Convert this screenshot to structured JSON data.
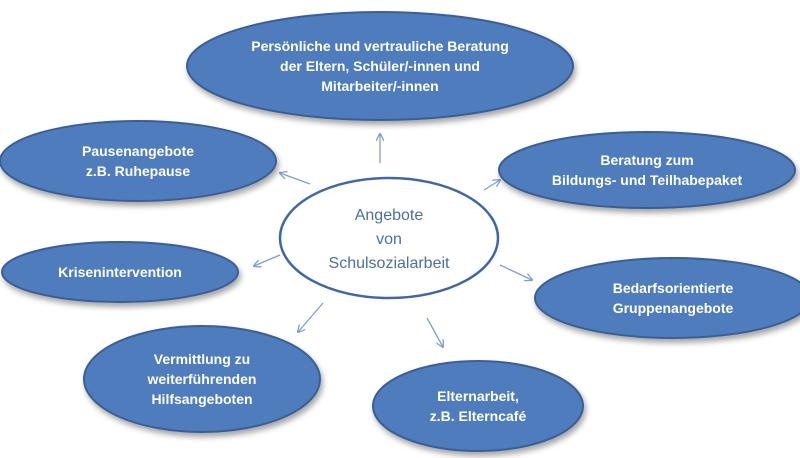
{
  "center": {
    "lines": [
      "Angebote",
      "von",
      "Schulsozialarbeit"
    ]
  },
  "nodes": [
    {
      "id": "beratung-vertraulich",
      "lines": [
        "Persönliche und vertrauliche Beratung",
        "der Eltern, Schüler/-innen und",
        "Mitarbeiter/-innen"
      ]
    },
    {
      "id": "bildungspaket",
      "lines": [
        "Beratung zum",
        "Bildungs- und Teilhabepaket"
      ]
    },
    {
      "id": "gruppenangebote",
      "lines": [
        "Bedarfsorientierte",
        "Gruppenangebote"
      ]
    },
    {
      "id": "elternarbeit",
      "lines": [
        "Elternarbeit,",
        "z.B. Elterncafé"
      ]
    },
    {
      "id": "vermittlung",
      "lines": [
        "Vermittlung zu",
        "weiterführenden",
        "Hilfsangeboten"
      ]
    },
    {
      "id": "krisenintervention",
      "lines": [
        "Krisenintervention"
      ]
    },
    {
      "id": "pausenangebote",
      "lines": [
        "Pausenangebote",
        "z.B. Ruhepause"
      ]
    }
  ],
  "colors": {
    "node_fill": "#4f7bbd",
    "node_stroke": "#3a5f95",
    "center_fill": "#ffffff",
    "center_stroke": "#3f67a3",
    "center_text": "#4a6fa5",
    "arrow": "#7f9fcf"
  }
}
